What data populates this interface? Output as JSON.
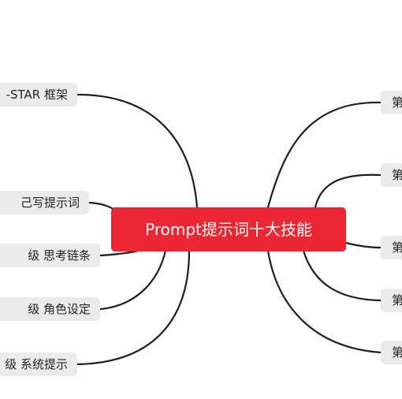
{
  "colors": {
    "central_fill": "#ec2632",
    "central_text": "#ffffff",
    "node_fill": "#ebebeb",
    "node_text": "#222222",
    "connector": "#1e1e1e"
  },
  "central": {
    "label": "Prompt提示词十大技能"
  },
  "left_nodes": [
    {
      "label": "-STAR 框架"
    },
    {
      "label": "己写提示词"
    },
    {
      "label": "级 思考链条"
    },
    {
      "label": "级 角色设定"
    },
    {
      "label": "级 系统提示"
    }
  ],
  "right_nodes": [
    {
      "label": "第"
    },
    {
      "label": "第"
    },
    {
      "label": "第"
    },
    {
      "label": "第"
    },
    {
      "label": "第"
    }
  ]
}
